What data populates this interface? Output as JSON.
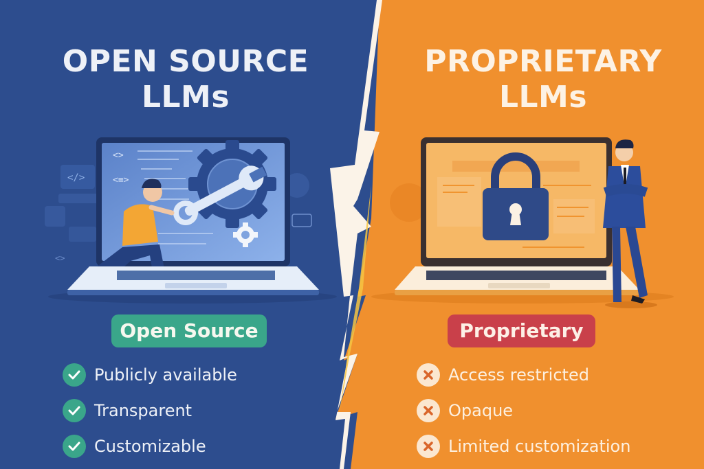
{
  "colors": {
    "left_bg": "#2d4d8e",
    "right_bg": "#f0902e",
    "divider": "#fbf3e8",
    "bolt_accent": "#f6c442",
    "green": "#3aa68a",
    "red": "#c9404a",
    "x_icon_bg": "#fbe7d0",
    "x_icon_fg": "#d9652a"
  },
  "left": {
    "title_line1": "OPEN SOURCE",
    "title_line2": "LLMs",
    "badge": "Open Source",
    "illustration": "person-with-wrench-at-laptop-gear",
    "items": [
      {
        "icon": "check-icon",
        "label": "Publicly available"
      },
      {
        "icon": "check-icon",
        "label": "Transparent"
      },
      {
        "icon": "check-icon",
        "label": "Customizable"
      }
    ]
  },
  "right": {
    "title_line1": "PROPRIETARY",
    "title_line2": "LLMs",
    "badge": "Proprietary",
    "illustration": "businessman-by-laptop-with-padlock",
    "items": [
      {
        "icon": "x-icon",
        "label": "Access restricted"
      },
      {
        "icon": "x-icon",
        "label": "Opaque"
      },
      {
        "icon": "x-icon",
        "label": "Limited customization"
      }
    ]
  }
}
